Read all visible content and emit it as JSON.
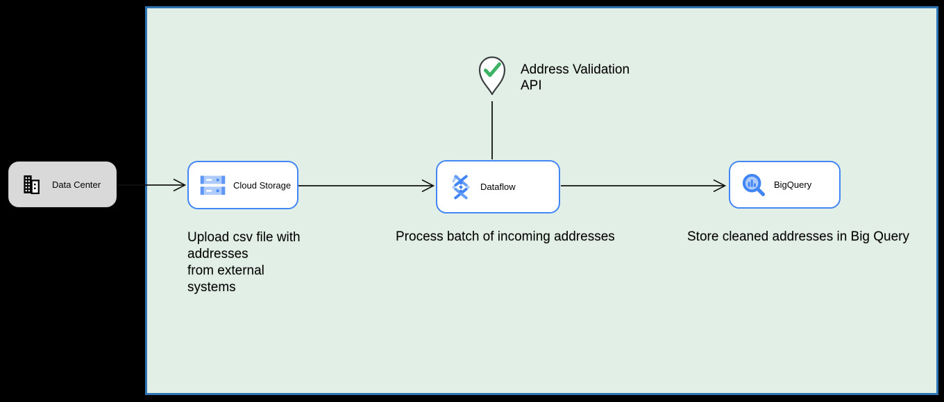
{
  "diagram": {
    "boundary": {
      "name": "cloud-environment",
      "fill": "#e2efe6",
      "border_color": "#2e74b5"
    },
    "external_node": {
      "label": "Data Center",
      "icon": "building-icon",
      "fill": "#d9d9d9"
    },
    "nodes": [
      {
        "id": "cloud-storage",
        "label": "Cloud Storage",
        "icon": "cloud-storage-icon",
        "caption": "Upload csv file with\naddresses\nfrom external\nsystems"
      },
      {
        "id": "dataflow",
        "label": "Dataflow",
        "icon": "dataflow-icon",
        "caption": "Process batch of incoming addresses"
      },
      {
        "id": "bigquery",
        "label": "BigQuery",
        "icon": "bigquery-icon",
        "caption": "Store cleaned addresses in Big Query"
      }
    ],
    "annotation": {
      "label": "Address Validation\nAPI",
      "icon": "map-pin-check-icon"
    },
    "edges": [
      {
        "from": "data-center",
        "to": "cloud-storage",
        "style": "open-arrow"
      },
      {
        "from": "cloud-storage",
        "to": "dataflow",
        "style": "open-arrow"
      },
      {
        "from": "dataflow",
        "to": "bigquery",
        "style": "open-arrow"
      },
      {
        "from": "address-validation-api",
        "to": "dataflow",
        "style": "plain-line"
      }
    ],
    "colors": {
      "node_border": "#4285f4",
      "icon_blue": "#4285f4",
      "icon_light_blue": "#aecbfa",
      "arrow": "#111111",
      "pin_outline": "#3c4043",
      "check_green": "#3eb264",
      "text": "#000000"
    }
  }
}
